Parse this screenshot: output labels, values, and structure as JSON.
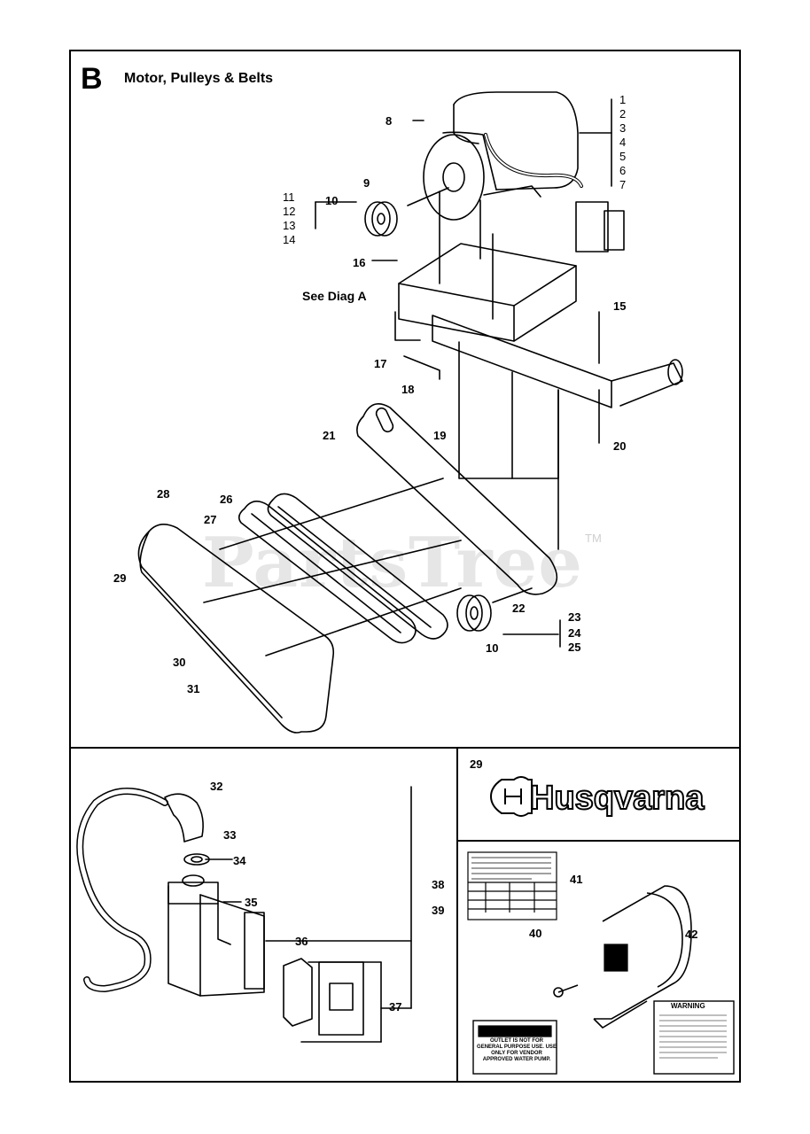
{
  "section": {
    "letter": "B",
    "title": "Motor, Pulleys & Belts",
    "see_diag": "See Diag A"
  },
  "watermark": {
    "text": "PartsTree",
    "tm": "TM"
  },
  "callouts_main": [
    "1",
    "2",
    "3",
    "4",
    "5",
    "6",
    "7",
    "8",
    "9",
    "10",
    "11",
    "12",
    "13",
    "14",
    "16",
    "15",
    "17",
    "18",
    "19",
    "20",
    "21",
    "22",
    "23",
    "24",
    "25",
    "10",
    "26",
    "27",
    "28",
    "29",
    "30",
    "31"
  ],
  "callouts_lower": [
    "32",
    "33",
    "34",
    "35",
    "36",
    "37",
    "38",
    "39"
  ],
  "callouts_right": [
    "29",
    "41",
    "40",
    "42"
  ],
  "brand": {
    "name": "Husqvarna"
  },
  "sticker": {
    "warning_title": "WARNING",
    "outlet_label": "OUTLET IS NOT FOR GENERAL PURPOSE USE. USE ONLY FOR VENDOR APPROVED WATER PUMP."
  }
}
